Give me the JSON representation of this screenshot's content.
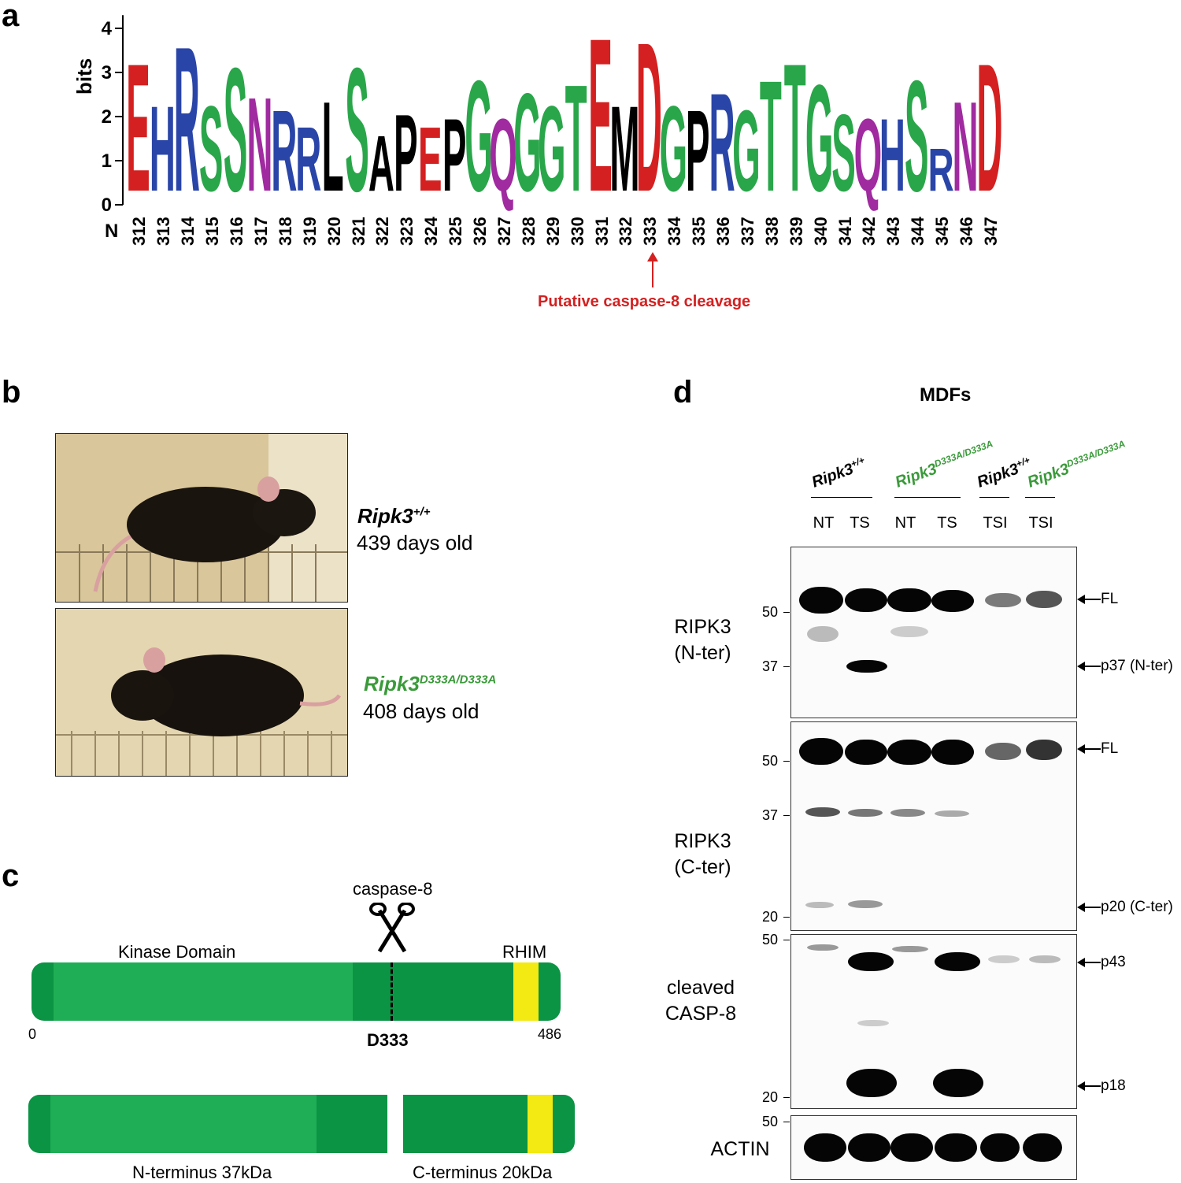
{
  "panels": {
    "a": "a",
    "b": "b",
    "c": "c",
    "d": "d"
  },
  "panel_a": {
    "y_axis_label": "bits",
    "y_ticks": [
      "4",
      "3",
      "2",
      "1",
      "0"
    ],
    "n_label": "N",
    "positions": [
      "312",
      "313",
      "314",
      "315",
      "316",
      "317",
      "318",
      "319",
      "320",
      "321",
      "322",
      "323",
      "324",
      "325",
      "326",
      "327",
      "328",
      "329",
      "330",
      "331",
      "332",
      "333",
      "334",
      "335",
      "336",
      "337",
      "338",
      "339",
      "340",
      "341",
      "342",
      "343",
      "344",
      "345",
      "346",
      "347"
    ],
    "top_letters": [
      "E",
      "H",
      "R",
      "S",
      "S",
      "N",
      "R",
      "R",
      "L",
      "S",
      "A",
      "P",
      "E",
      "P",
      "G",
      "Q",
      "G",
      "G",
      "T",
      "E",
      "M",
      "D",
      "G",
      "P",
      "R",
      "G",
      "T",
      "T",
      "G",
      "S",
      "Q",
      "H",
      "S",
      "R",
      "N",
      "D"
    ],
    "top_heights": [
      3.0,
      2.0,
      3.4,
      2.0,
      2.9,
      2.2,
      1.9,
      1.5,
      2.1,
      2.9,
      1.3,
      1.8,
      1.5,
      1.7,
      2.6,
      1.7,
      2.3,
      2.0,
      2.5,
      3.6,
      2.0,
      3.5,
      2.0,
      1.9,
      2.3,
      1.9,
      2.6,
      3.0,
      2.5,
      1.8,
      1.7,
      1.7,
      2.6,
      1.0,
      2.1,
      3.0
    ],
    "annotation": "Putative caspase-8 cleavage",
    "colors": {
      "acidic": "#d42020",
      "basic": "#2a45a8",
      "polar": "#2aa64a",
      "hydrophobic": "#000000",
      "amide": "#a02aa0"
    }
  },
  "panel_b": {
    "mouse1": {
      "genotype": "Ripk3",
      "sup": "+/+",
      "age": "439 days old"
    },
    "mouse2": {
      "genotype": "Ripk3",
      "sup": "D333A/D333A",
      "age": "408 days old",
      "color": "#3a9a3a"
    }
  },
  "panel_c": {
    "caspase_label": "caspase-8",
    "kinase_label": "Kinase Domain",
    "rhim_label": "RHIM",
    "start": "0",
    "site": "D333",
    "end": "486",
    "n_term": "N-terminus 37kDa",
    "c_term": "C-terminus 20kDa"
  },
  "panel_d": {
    "title": "MDFs",
    "genotypes": [
      {
        "name": "Ripk3",
        "sup": "+/+",
        "color": "#000000"
      },
      {
        "name": "Ripk3",
        "sup": "D333A/D333A",
        "color": "#3a9a3a"
      },
      {
        "name": "Ripk3",
        "sup": "+/+",
        "color": "#000000"
      },
      {
        "name": "Ripk3",
        "sup": "D333A/D333A",
        "color": "#3a9a3a"
      }
    ],
    "lanes": [
      "NT",
      "TS",
      "NT",
      "TS",
      "TSI",
      "TSI"
    ],
    "blots": [
      {
        "name_line1": "RIPK3",
        "name_line2": "(N-ter)",
        "mw": [
          "50",
          "37"
        ],
        "right": [
          "FL",
          "p37 (N-ter)"
        ]
      },
      {
        "name_line1": "RIPK3",
        "name_line2": "(C-ter)",
        "mw": [
          "50",
          "37",
          "20"
        ],
        "right": [
          "FL",
          "p20 (C-ter)"
        ]
      },
      {
        "name_line1": "cleaved",
        "name_line2": "CASP-8",
        "mw": [
          "50",
          "20"
        ],
        "right": [
          "p43",
          "p18"
        ]
      },
      {
        "name_line1": "ACTIN",
        "name_line2": "",
        "mw": [
          "50"
        ],
        "right": []
      }
    ]
  }
}
